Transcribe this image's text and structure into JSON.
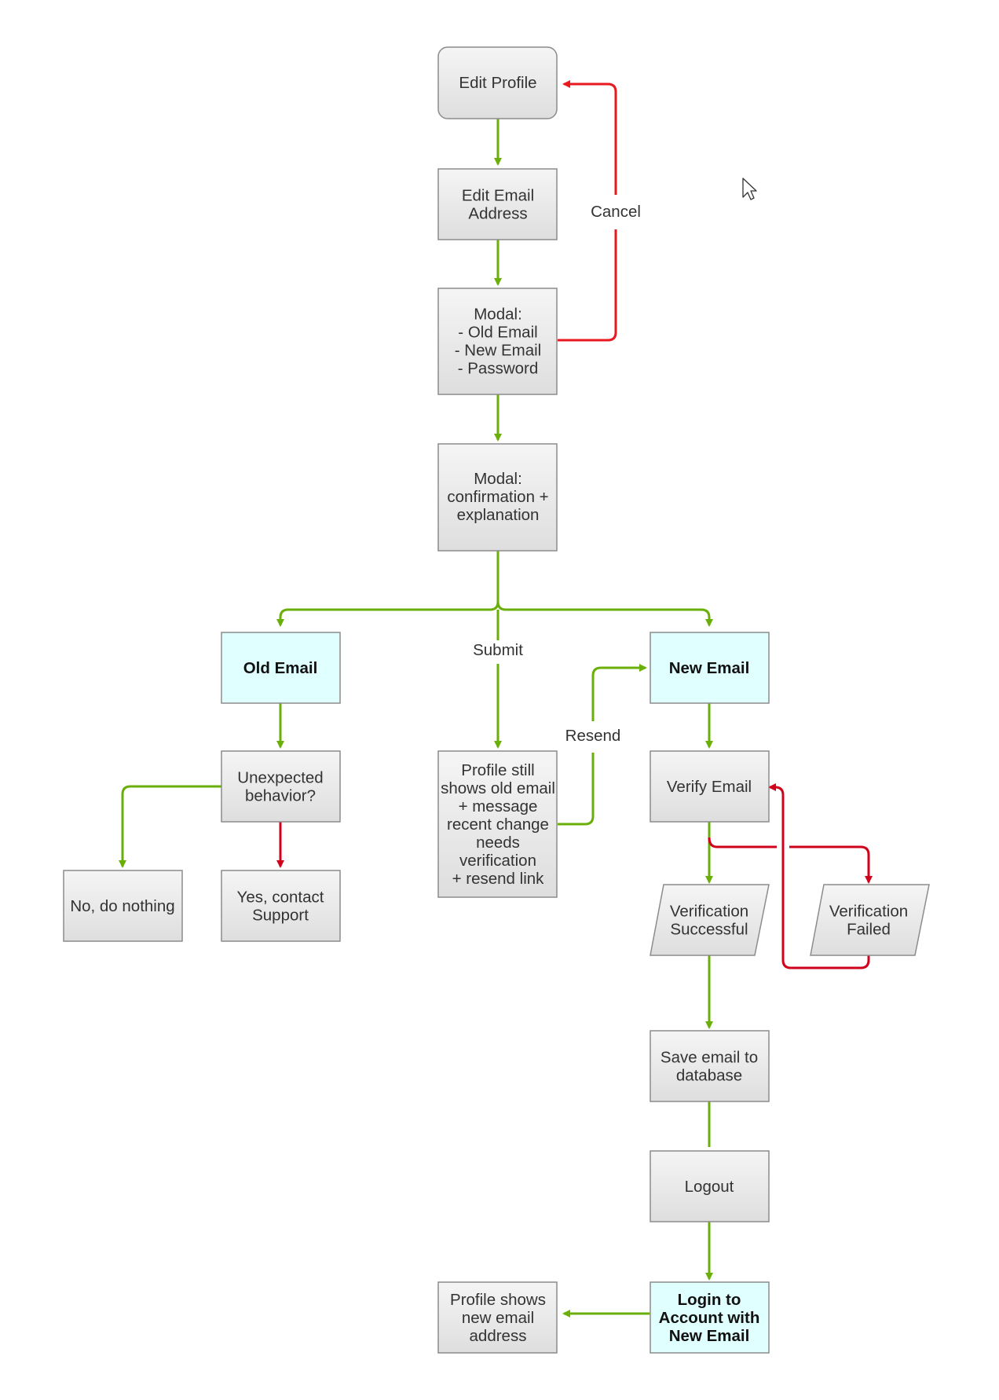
{
  "diagram": {
    "colors": {
      "flow": "#6aaf08",
      "cancel": "#e8191f",
      "alt": "#d0021b",
      "node_fill_top": "#f4f4f4",
      "node_fill_bottom": "#e0e0e0",
      "node_stroke": "#8c8c8c",
      "highlight_fill": "#e0ffff"
    },
    "nodes": {
      "edit_profile": {
        "lines": [
          "Edit Profile"
        ]
      },
      "edit_email": {
        "lines": [
          "Edit Email",
          "Address"
        ]
      },
      "modal_form": {
        "lines": [
          "Modal:",
          "- Old Email",
          "- New Email",
          "- Password"
        ]
      },
      "modal_confirm": {
        "lines": [
          "Modal:",
          "confirmation +",
          "explanation"
        ]
      },
      "old_email": {
        "lines": [
          "Old Email"
        ]
      },
      "new_email": {
        "lines": [
          "New Email"
        ]
      },
      "unexpected": {
        "lines": [
          "Unexpected",
          "behavior?"
        ]
      },
      "no_nothing": {
        "lines": [
          "No, do nothing"
        ]
      },
      "yes_support": {
        "lines": [
          "Yes, contact",
          "Support"
        ]
      },
      "profile_still": {
        "lines": [
          "Profile still",
          "shows old email",
          "+ message",
          "recent change",
          "needs",
          "verification",
          "+ resend link"
        ]
      },
      "verify_email": {
        "lines": [
          "Verify Email"
        ]
      },
      "verif_success": {
        "lines": [
          "Verification",
          "Successful"
        ]
      },
      "verif_failed": {
        "lines": [
          "Verification",
          "Failed"
        ]
      },
      "save_email": {
        "lines": [
          "Save email to",
          "database"
        ]
      },
      "logout": {
        "lines": [
          "Logout"
        ]
      },
      "login_new": {
        "lines": [
          "Login to",
          "Account with",
          "New Email"
        ]
      },
      "profile_shows": {
        "lines": [
          "Profile shows",
          "new email",
          "address"
        ]
      }
    },
    "edge_labels": {
      "cancel": "Cancel",
      "submit": "Submit",
      "resend": "Resend"
    },
    "icons": {
      "cursor": "mouse-pointer-icon"
    }
  }
}
